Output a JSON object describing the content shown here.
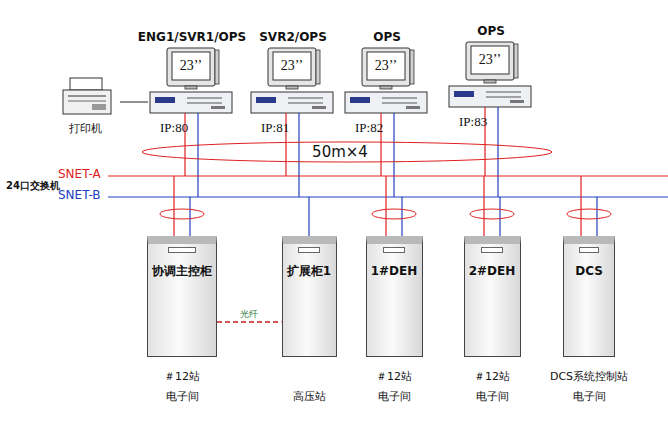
{
  "diagram": {
    "nodes": [
      {
        "text": [
          "ENG1/SVR1/OPS",
          "23’’",
          "IP:80"
        ]
      },
      {
        "text": [
          "SVR2/OPS",
          "23’’",
          "IP:81"
        ]
      },
      {
        "text": [
          "OPS",
          "23’’",
          "IP:82"
        ]
      },
      {
        "text": [
          "OPS",
          "23’’",
          "IP:83"
        ]
      },
      {
        "text": [
          "打印机"
        ]
      },
      {
        "text": [
          "协调主控柜",
          "＃12站",
          "电子间"
        ]
      },
      {
        "text": [
          "扩展柜1",
          "高压站"
        ]
      },
      {
        "text": [
          "1#DEH",
          "＃12站",
          "电子间"
        ]
      },
      {
        "text": [
          "2#DEH",
          "＃12站",
          "电子间"
        ]
      },
      {
        "text": [
          "DCS",
          "DCS系统控制站",
          "电子间"
        ]
      }
    ],
    "edges": [
      {
        "from": 4,
        "to": 0,
        "arrow": "none"
      },
      {
        "from": 5,
        "to": 6,
        "label": "光纤",
        "arrow": "none"
      }
    ],
    "labels": [
      "50m×4",
      "24口交换机",
      "SNET-A",
      "SNET-B"
    ]
  }
}
